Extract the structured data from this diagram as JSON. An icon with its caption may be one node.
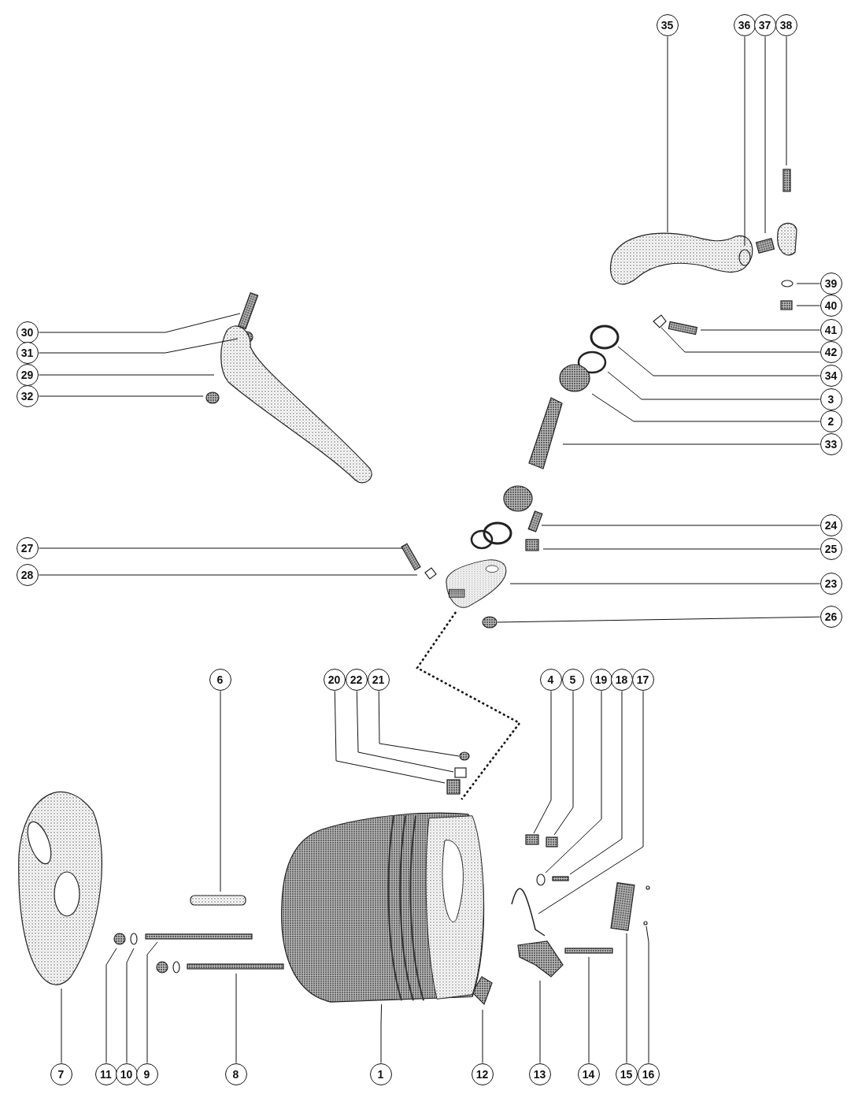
{
  "diagram": {
    "nodes": [
      {
        "text": [
          "35"
        ]
      },
      {
        "text": [
          "36"
        ]
      },
      {
        "text": [
          "37"
        ]
      },
      {
        "text": [
          "38"
        ]
      },
      {
        "text": [
          "39"
        ]
      },
      {
        "text": [
          "40"
        ]
      },
      {
        "text": [
          "41"
        ]
      },
      {
        "text": [
          "42"
        ]
      },
      {
        "text": [
          "30"
        ]
      },
      {
        "text": [
          "31"
        ]
      },
      {
        "text": [
          "29"
        ]
      },
      {
        "text": [
          "32"
        ]
      },
      {
        "text": [
          "34"
        ]
      },
      {
        "text": [
          "3"
        ]
      },
      {
        "text": [
          "2"
        ]
      },
      {
        "text": [
          "33"
        ]
      },
      {
        "text": [
          "24"
        ]
      },
      {
        "text": [
          "25"
        ]
      },
      {
        "text": [
          "27"
        ]
      },
      {
        "text": [
          "28"
        ]
      },
      {
        "text": [
          "23"
        ]
      },
      {
        "text": [
          "26"
        ]
      },
      {
        "text": [
          "6"
        ]
      },
      {
        "text": [
          "20"
        ]
      },
      {
        "text": [
          "22"
        ]
      },
      {
        "text": [
          "21"
        ]
      },
      {
        "text": [
          "4"
        ]
      },
      {
        "text": [
          "5"
        ]
      },
      {
        "text": [
          "19"
        ]
      },
      {
        "text": [
          "18"
        ]
      },
      {
        "text": [
          "17"
        ]
      },
      {
        "text": [
          "7"
        ]
      },
      {
        "text": [
          "11"
        ]
      },
      {
        "text": [
          "10"
        ]
      },
      {
        "text": [
          "9"
        ]
      },
      {
        "text": [
          "8"
        ]
      },
      {
        "text": [
          "1"
        ]
      },
      {
        "text": [
          "12"
        ]
      },
      {
        "text": [
          "13"
        ]
      },
      {
        "text": [
          "14"
        ]
      },
      {
        "text": [
          "15"
        ]
      },
      {
        "text": [
          "16"
        ]
      },
      {
        "text": [],
        "shape": "picture"
      },
      {
        "text": [],
        "shape": "picture"
      }
    ],
    "edges": [
      {
        "from": 0,
        "to": null,
        "arrow": "none"
      },
      {
        "from": 1,
        "to": null,
        "arrow": "none"
      },
      {
        "from": 2,
        "to": null,
        "arrow": "none"
      },
      {
        "from": 3,
        "to": null,
        "arrow": "none"
      },
      {
        "from": 4,
        "to": null,
        "arrow": "none"
      },
      {
        "from": 5,
        "to": null,
        "arrow": "none"
      },
      {
        "from": 6,
        "to": null,
        "arrow": "none"
      },
      {
        "from": 7,
        "to": null,
        "arrow": "none"
      },
      {
        "from": 8,
        "to": null,
        "arrow": "none"
      },
      {
        "from": 9,
        "to": null,
        "arrow": "none"
      },
      {
        "from": 10,
        "to": null,
        "arrow": "none"
      },
      {
        "from": 11,
        "to": null,
        "arrow": "none"
      },
      {
        "from": 12,
        "to": null,
        "arrow": "none"
      },
      {
        "from": 13,
        "to": null,
        "arrow": "none"
      },
      {
        "from": 14,
        "to": null,
        "arrow": "none"
      },
      {
        "from": 15,
        "to": null,
        "arrow": "none"
      },
      {
        "from": 16,
        "to": null,
        "arrow": "none"
      },
      {
        "from": 17,
        "to": null,
        "arrow": "none"
      },
      {
        "from": 18,
        "to": null,
        "arrow": "none"
      },
      {
        "from": 19,
        "to": null,
        "arrow": "none"
      },
      {
        "from": 20,
        "to": 42,
        "arrow": "none"
      },
      {
        "from": 21,
        "to": null,
        "arrow": "none"
      },
      {
        "from": 22,
        "to": null,
        "arrow": "none"
      },
      {
        "from": 23,
        "to": null,
        "arrow": "none"
      },
      {
        "from": 24,
        "to": null,
        "arrow": "none"
      },
      {
        "from": 25,
        "to": null,
        "arrow": "none"
      },
      {
        "from": 26,
        "to": null,
        "arrow": "none"
      },
      {
        "from": 27,
        "to": null,
        "arrow": "none"
      },
      {
        "from": 28,
        "to": null,
        "arrow": "none"
      },
      {
        "from": 29,
        "to": null,
        "arrow": "none"
      },
      {
        "from": 30,
        "to": null,
        "arrow": "none"
      },
      {
        "from": 31,
        "to": null,
        "arrow": "none"
      },
      {
        "from": 32,
        "to": null,
        "arrow": "none"
      },
      {
        "from": 33,
        "to": null,
        "arrow": "none"
      },
      {
        "from": 34,
        "to": null,
        "arrow": "none"
      },
      {
        "from": 35,
        "to": null,
        "arrow": "none"
      },
      {
        "from": 36,
        "to": 43,
        "arrow": "none"
      },
      {
        "from": 37,
        "to": null,
        "arrow": "none"
      },
      {
        "from": 38,
        "to": null,
        "arrow": "none"
      },
      {
        "from": 39,
        "to": null,
        "arrow": "none"
      },
      {
        "from": 40,
        "to": null,
        "arrow": "none"
      },
      {
        "from": 41,
        "to": null,
        "arrow": "none"
      },
      {
        "from": 42,
        "to": 43,
        "arrow": "none",
        "style": "dashed"
      }
    ]
  }
}
